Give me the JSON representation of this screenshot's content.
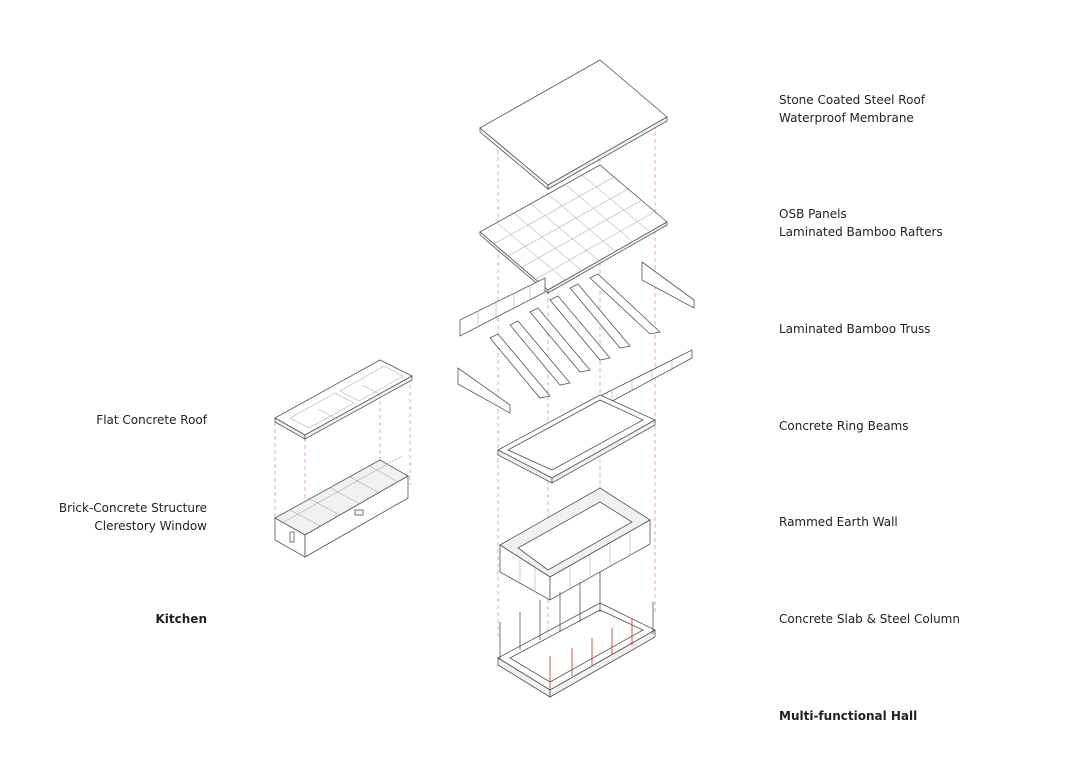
{
  "labels_left": {
    "flat_roof": "Flat Concrete Roof",
    "brick_structure": "Brick-Concrete Structure",
    "clerestory": "Clerestory Window",
    "kitchen": "Kitchen"
  },
  "labels_right": {
    "steel_roof": "Stone Coated Steel Roof",
    "membrane": "Waterproof Membrane",
    "osb": "OSB Panels",
    "rafters": "Laminated Bamboo Rafters",
    "truss": "Laminated Bamboo Truss",
    "ring_beams": "Concrete Ring Beams",
    "earth_wall": "Rammed Earth Wall",
    "slab": "Concrete Slab & Steel Column",
    "hall": "Multi-functional Hall"
  },
  "colors": {
    "line": "#555555",
    "guide": "#d98a8a",
    "column": "#d04040"
  }
}
